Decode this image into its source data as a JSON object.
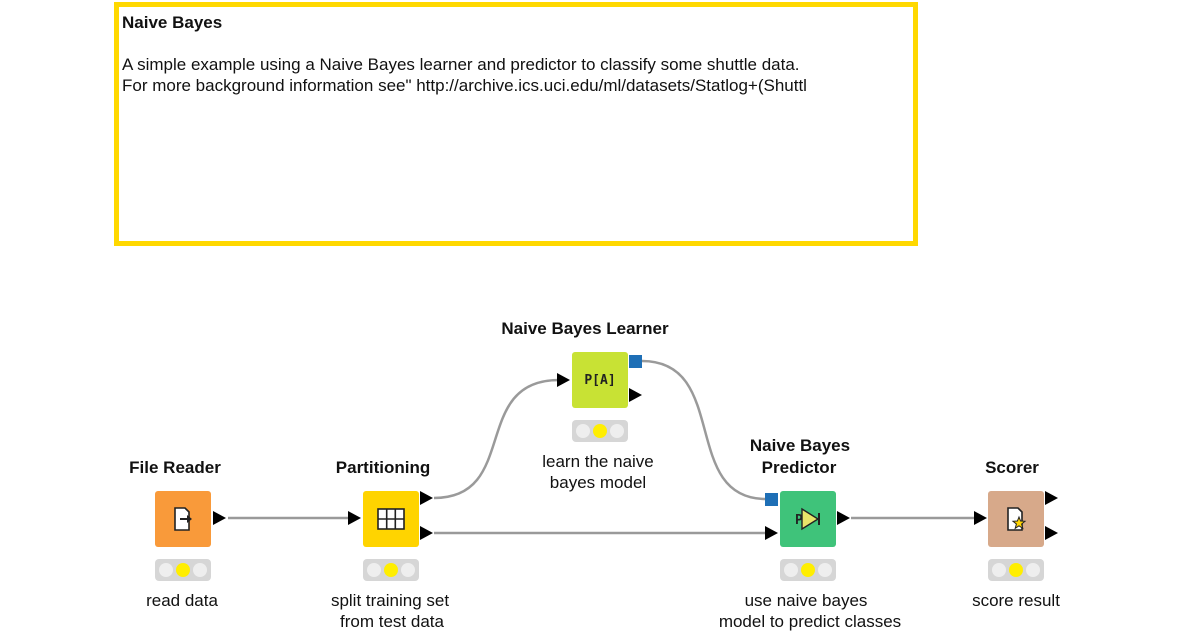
{
  "annotation": {
    "title": "Naive Bayes",
    "line1": "A simple example using a Naive Bayes learner and predictor to classify some shuttle data.",
    "line2": "For more background information see\" http://archive.ics.uci.edu/ml/datasets/Statlog+(Shuttl"
  },
  "nodes": {
    "file_reader": {
      "title": "File Reader",
      "desc": "read data",
      "color": "#f99a3a",
      "icon": "file-reader-icon",
      "status": "configured"
    },
    "partitioning": {
      "title": "Partitioning",
      "desc_line1": "split training set",
      "desc_line2": "from test data",
      "color": "#ffd400",
      "icon": "partition-grid-icon",
      "status": "configured"
    },
    "learner": {
      "title": "Naive Bayes Learner",
      "desc_line1": "learn the naive",
      "desc_line2": "bayes model",
      "color": "#c8e234",
      "icon_text": "P[A]",
      "icon": "learner-icon",
      "status": "configured"
    },
    "predictor": {
      "title_line1": "Naive Bayes",
      "title_line2": "Predictor",
      "desc_line1": "use naive bayes",
      "desc_line2": "model to predict classes",
      "color": "#3fc37a",
      "icon_text": "P",
      "icon": "predictor-icon",
      "status": "configured"
    },
    "scorer": {
      "title": "Scorer",
      "desc": "score result",
      "color": "#d7a98a",
      "icon": "scorer-icon",
      "status": "configured"
    }
  },
  "colors": {
    "annotation_border": "#ffd800",
    "wire": "#9a9a9a",
    "model_port": "#1e6fb6",
    "status_bg": "#d6d6d6",
    "status_active": "#ffee00"
  }
}
